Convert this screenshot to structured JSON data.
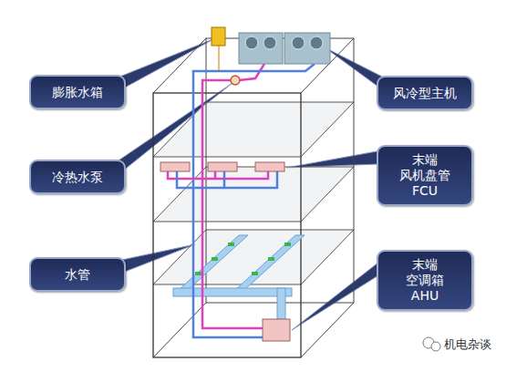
{
  "diagram": {
    "nodes": [
      {
        "text": [
          "膨胀水箱"
        ]
      },
      {
        "text": [
          "风冷型主机"
        ]
      },
      {
        "text": [
          "冷热水泵"
        ]
      },
      {
        "text": [
          "末端 风机盘管 FCU"
        ]
      },
      {
        "text": [
          "水管"
        ]
      },
      {
        "text": [
          "末端 空调箱 AHU"
        ]
      }
    ],
    "labels": [
      "机电杂谈"
    ]
  }
}
